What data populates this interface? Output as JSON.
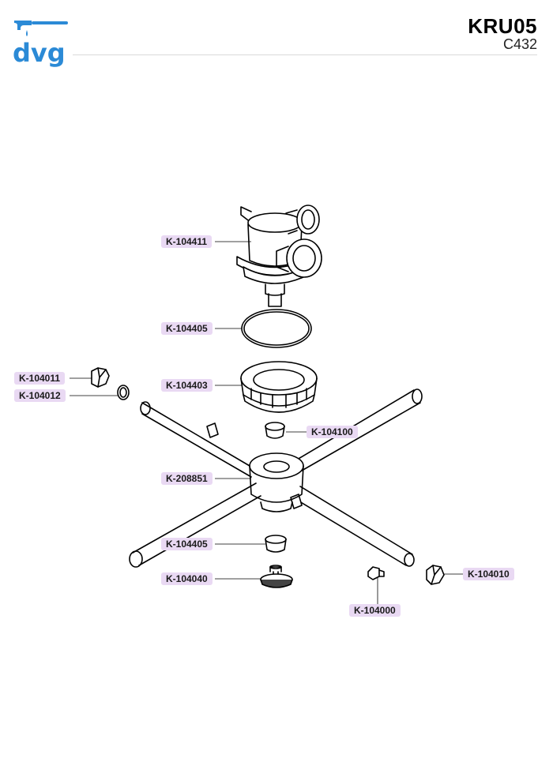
{
  "header": {
    "brand_logo_text": "dvg",
    "model_code": "KRU05",
    "model_subcode": "C432"
  },
  "colors": {
    "brand": "#2b8ad6",
    "label_bg": "#e9d9f3",
    "line": "#000000"
  },
  "parts": [
    {
      "id": "p1",
      "code": "K-104411"
    },
    {
      "id": "p2",
      "code": "K-104405"
    },
    {
      "id": "p3",
      "code": "K-104403"
    },
    {
      "id": "p4",
      "code": "K-104011"
    },
    {
      "id": "p5",
      "code": "K-104012"
    },
    {
      "id": "p6",
      "code": "K-104100"
    },
    {
      "id": "p7",
      "code": "K-208851"
    },
    {
      "id": "p8",
      "code": "K-104405"
    },
    {
      "id": "p9",
      "code": "K-104040"
    },
    {
      "id": "p10",
      "code": "K-104010"
    },
    {
      "id": "p11",
      "code": "K-104000"
    }
  ]
}
